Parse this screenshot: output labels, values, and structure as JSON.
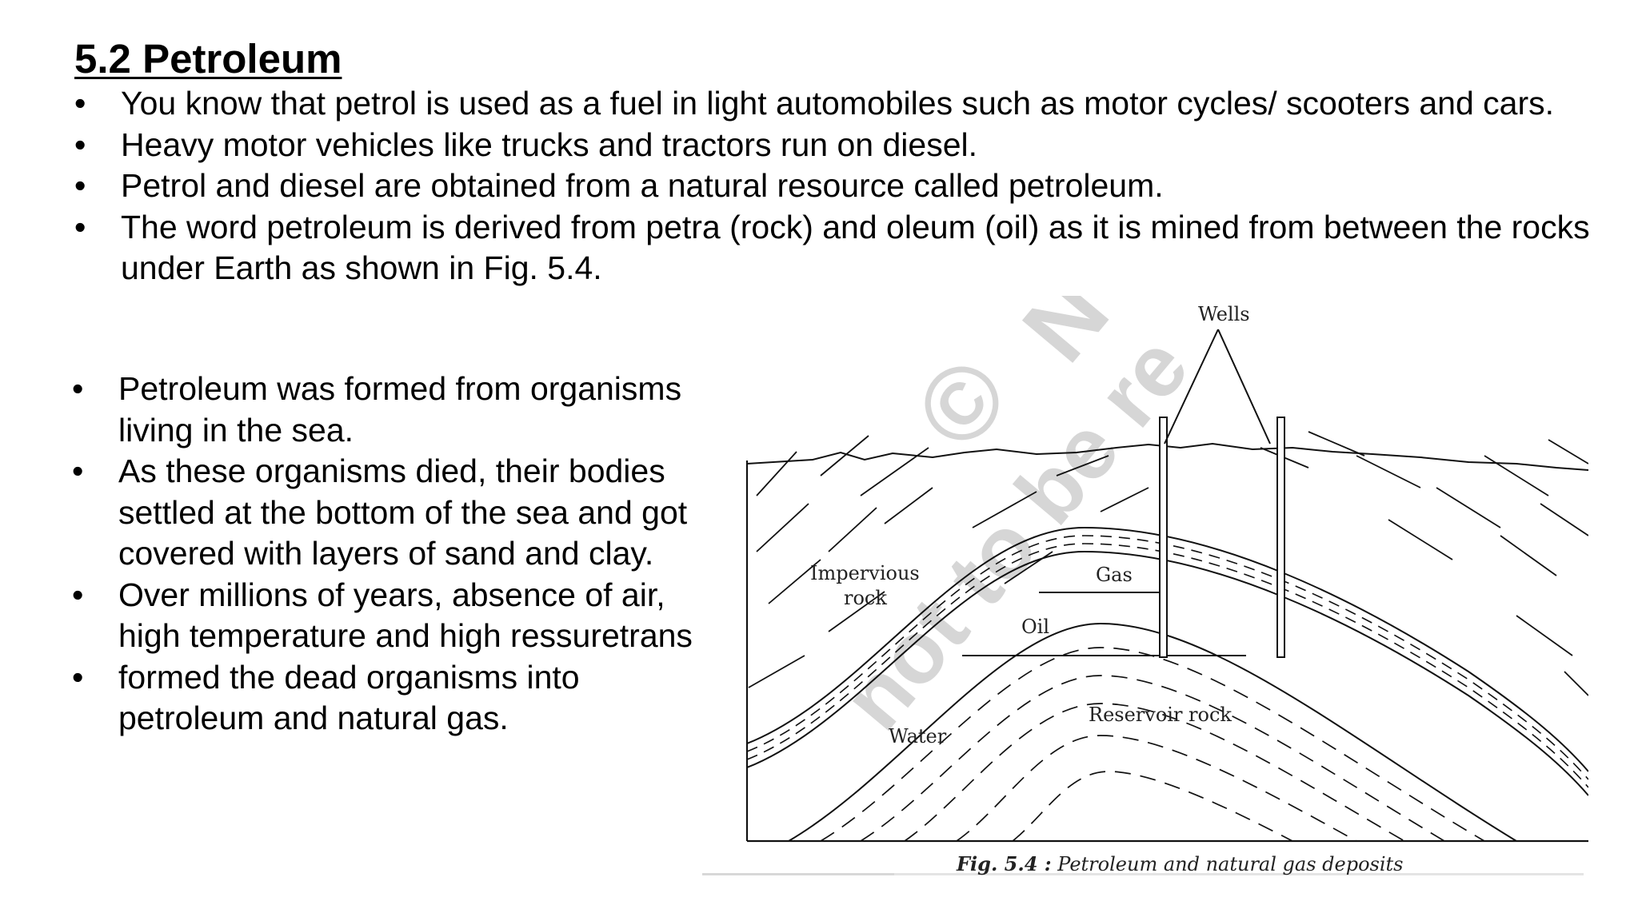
{
  "title": "5.2 Petroleum",
  "intro_points": [
    "You know that petrol is used as a fuel in light automobiles such as motor cycles/ scooters and cars.",
    "Heavy motor vehicles like trucks and tractors run on diesel.",
    "Petrol and diesel are obtained from a natural resource called petroleum.",
    "The word petroleum is derived from petra (rock) and oleum (oil) as it is mined from between the rocks under Earth as shown in Fig. 5.4."
  ],
  "formation_points": [
    "Petroleum was formed from organisms living in the sea.",
    "As these organisms died, their bodies settled at the bottom of the sea and got covered with layers of sand and clay.",
    "Over millions of years, absence of air, high temperature and high ressuretrans",
    "formed the dead organisms into petroleum and natural gas."
  ],
  "figure": {
    "labels": {
      "wells": "Wells",
      "impervious_line1": "Impervious",
      "impervious_line2": "rock",
      "gas": "Gas",
      "oil": "Oil",
      "reservoir": "Reservoir rock",
      "water": "Water"
    },
    "caption_number": "Fig. 5.4 :",
    "caption_text": "Petroleum and natural gas deposits"
  },
  "watermark": {
    "symbol": "©",
    "line1": "N",
    "line2": "not to be re"
  }
}
